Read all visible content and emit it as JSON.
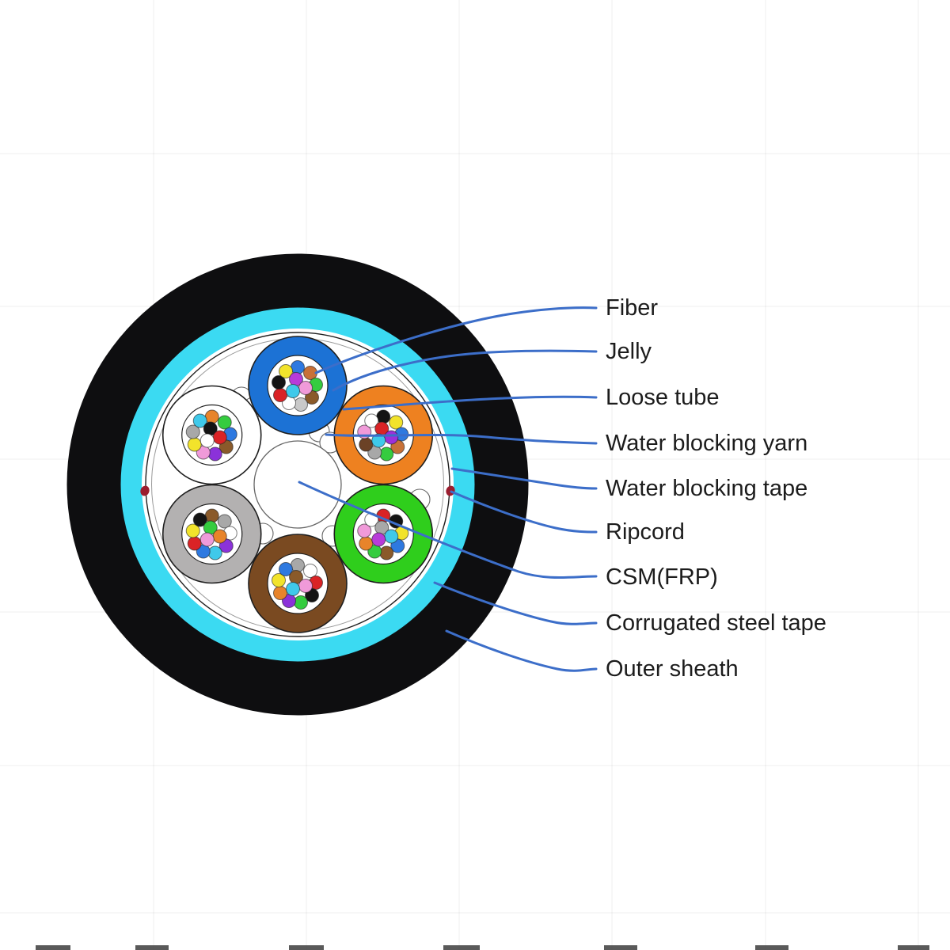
{
  "diagram": {
    "type": "fiber-optic-cable-cross-section",
    "labels": [
      {
        "text": "Fiber"
      },
      {
        "text": "Jelly"
      },
      {
        "text": "Loose tube"
      },
      {
        "text": "Water blocking yarn"
      },
      {
        "text": "Water blocking tape"
      },
      {
        "text": "Ripcord"
      },
      {
        "text": "CSM(FRP)"
      },
      {
        "text": "Corrugated steel tape"
      },
      {
        "text": "Outer sheath"
      }
    ],
    "colors": {
      "background": "#ffffff",
      "outer_sheath": "#0e0e10",
      "water_blocking_tape_ring": "#3bdaf2",
      "bundle_area": "#ffffff",
      "csm_center": "#ffffff",
      "yarn_circle": "#ffffff",
      "ripcord": "#9b1d2e",
      "leader_line": "#3c6ec9",
      "label_text": "#1c1c1c",
      "outline_dark": "#1f1f1f",
      "outline_soft": "#9a9a9a"
    },
    "tubes": [
      {
        "name": "loose-tube-blue",
        "ring_color": "#1c72d5",
        "fiber_colors": [
          "#2e79e0",
          "#c87137",
          "#35cc3f",
          "#8a5a2a",
          "#c9c9c9",
          "#ffffff",
          "#da2326",
          "#141414",
          "#f2e32b",
          "#b83bd9",
          "#f09ad9",
          "#3fc9ea"
        ]
      },
      {
        "name": "loose-tube-orange",
        "ring_color": "#ee8120",
        "fiber_colors": [
          "#141414",
          "#f2e32b",
          "#2e79e0",
          "#c87137",
          "#35cc3f",
          "#a8a8a8",
          "#6b4226",
          "#f09ad9",
          "#ffffff",
          "#da2326",
          "#9b30d9",
          "#3fc9ea"
        ]
      },
      {
        "name": "loose-tube-green",
        "ring_color": "#2fce1c",
        "fiber_colors": [
          "#da2326",
          "#141414",
          "#f2e32b",
          "#2e79e0",
          "#8a5a2a",
          "#35cc3f",
          "#e8842b",
          "#f09ad9",
          "#ffffff",
          "#a8a8a8",
          "#3fc9ea",
          "#b83bd9"
        ]
      },
      {
        "name": "loose-tube-brown",
        "ring_color": "#7a4a21",
        "fiber_colors": [
          "#a8a8a8",
          "#ffffff",
          "#da2326",
          "#141414",
          "#35cc3f",
          "#8b32d9",
          "#e8842b",
          "#f2e32b",
          "#2e79e0",
          "#8a5a2a",
          "#f09ad9",
          "#3fc9ea"
        ]
      },
      {
        "name": "loose-tube-gray",
        "ring_color": "#b3b1b1",
        "fiber_colors": [
          "#8a5a2a",
          "#a8a8a8",
          "#ffffff",
          "#8b32d9",
          "#3fc9ea",
          "#2e79e0",
          "#da2326",
          "#f2e32b",
          "#141414",
          "#35cc3f",
          "#e8842b",
          "#f09ad9"
        ]
      },
      {
        "name": "loose-tube-white",
        "ring_color": "#ffffff",
        "fiber_colors": [
          "#e8842b",
          "#35cc3f",
          "#2e79e0",
          "#8a5a2a",
          "#8b32d9",
          "#f09ad9",
          "#f2e32b",
          "#a8a8a8",
          "#3fc9ea",
          "#141414",
          "#da2326",
          "#ffffff"
        ]
      }
    ]
  }
}
